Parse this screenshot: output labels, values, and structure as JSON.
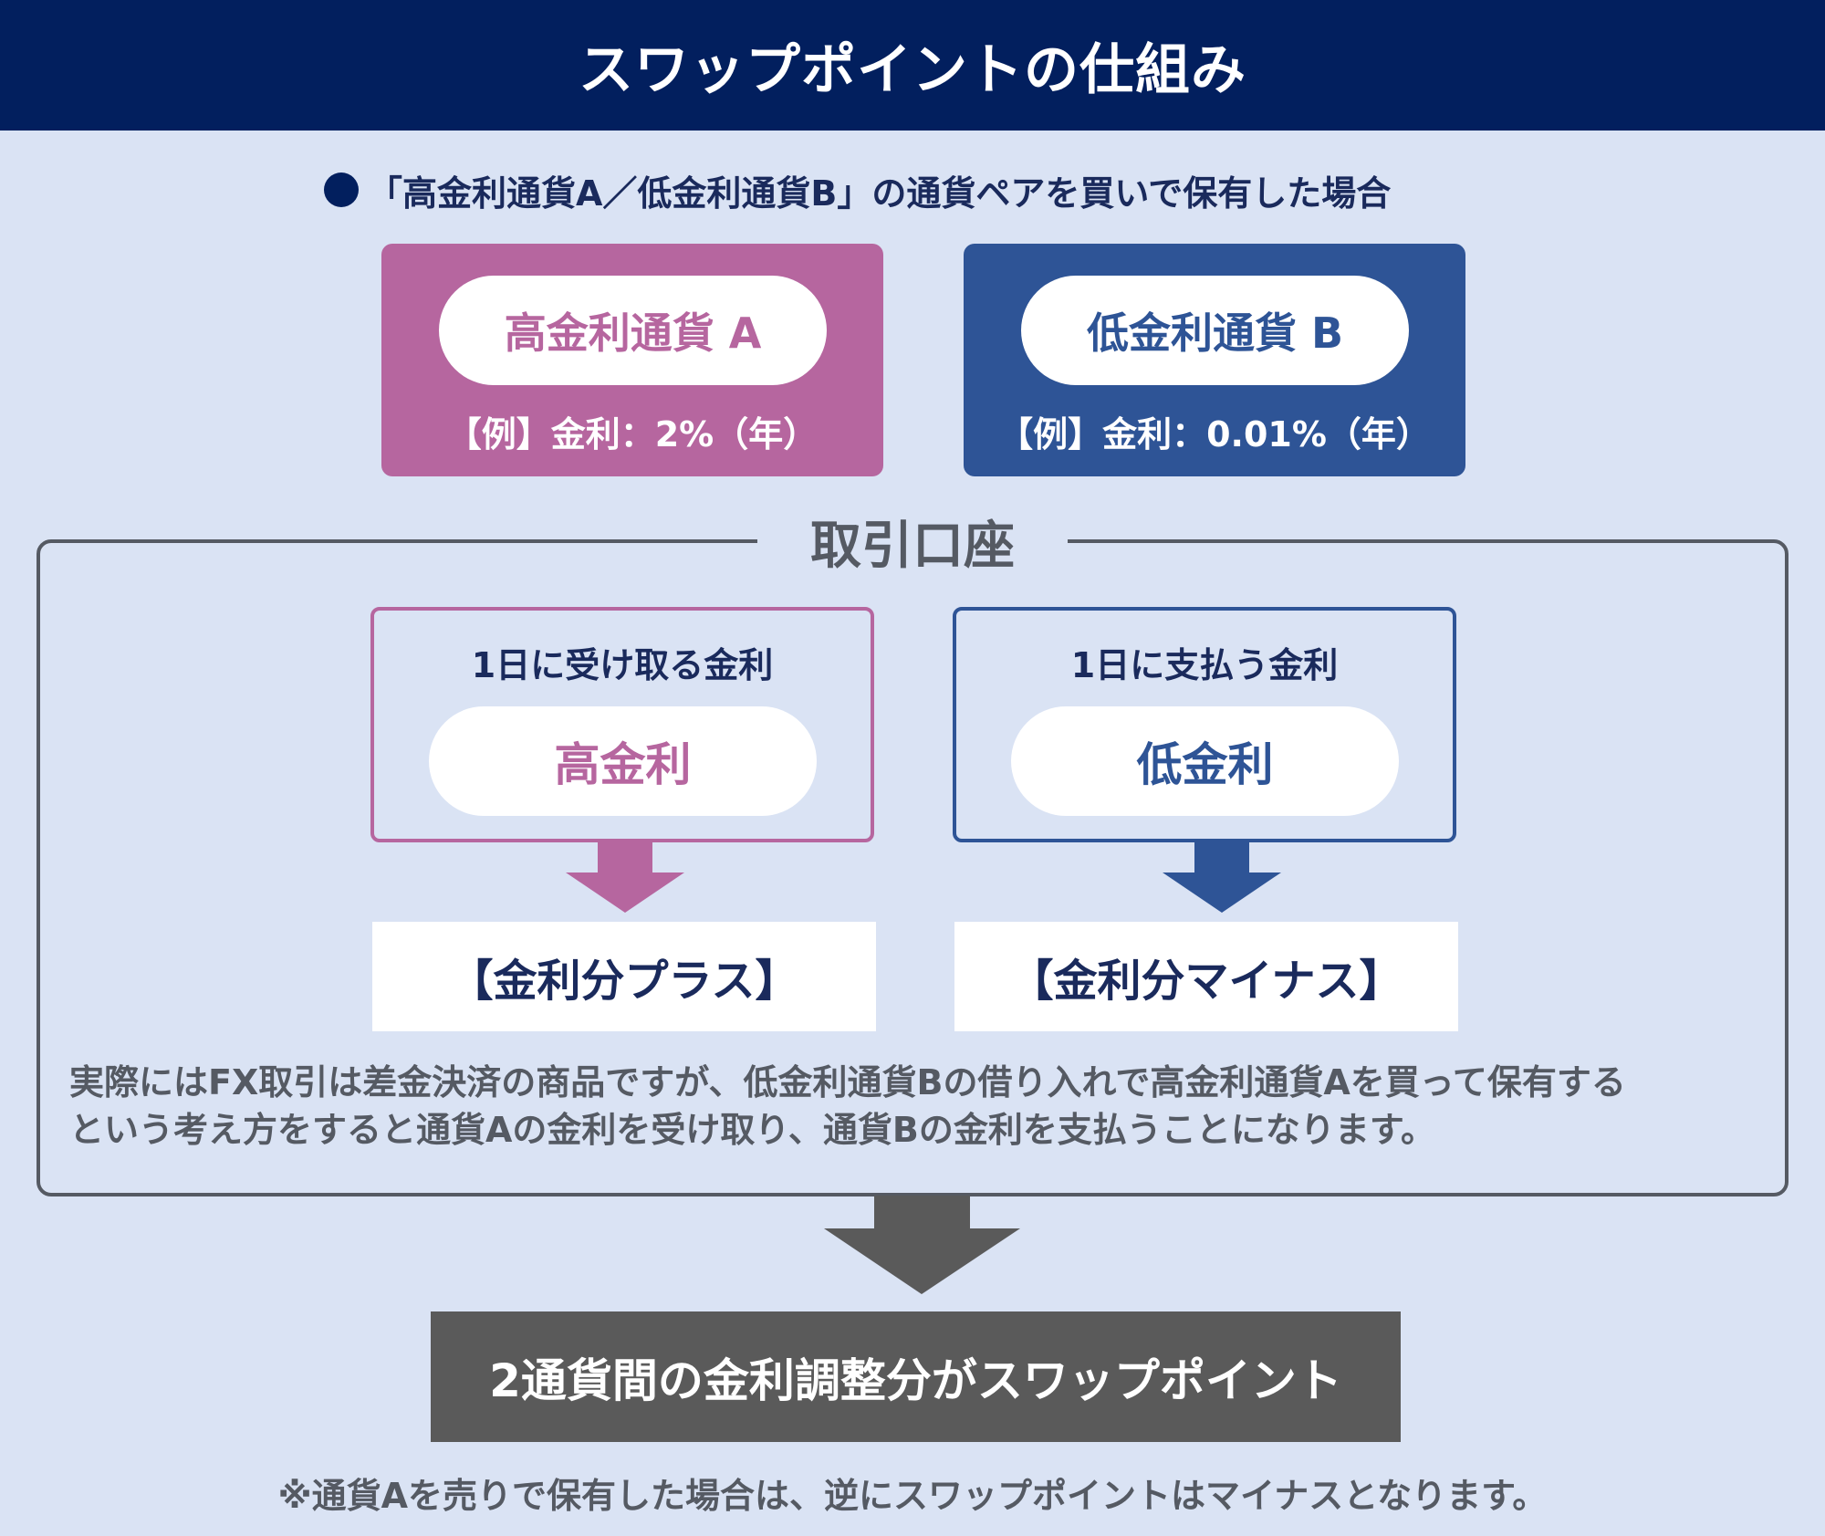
{
  "header": {
    "title": "スワップポイントの仕組み"
  },
  "subtitle": "「高金利通貨A／低金利通貨B」の通貨ペアを買いで保有した場合",
  "currency_a": {
    "name": "高金利通貨 A",
    "rate": "【例】金利：2%（年）"
  },
  "currency_b": {
    "name": "低金利通貨 B",
    "rate": "【例】金利：0.01%（年）"
  },
  "account": {
    "title": "取引口座",
    "receive": {
      "label": "1日に受け取る金利",
      "value": "高金利",
      "result": "【金利分プラス】"
    },
    "pay": {
      "label": "1日に支払う金利",
      "value": "低金利",
      "result": "【金利分マイナス】"
    },
    "note_lines": [
      "実際にはFX取引は差金決済の商品ですが、低金利通貨Bの借り入れで高金利通貨Aを買って保有する",
      "という考え方をすると通貨Aの金利を受け取り、通貨Bの金利を支払うことになります。"
    ]
  },
  "conclusion": "2通貨間の金利調整分がスワップポイント",
  "footnote": "※通貨Aを売りで保有した場合は、逆にスワップポイントはマイナスとなります。",
  "colors": {
    "navy": "#021f5e",
    "pink": "#b6669f",
    "blue": "#2e5496",
    "gray": "#5a5a5a",
    "background": "#dae3f4"
  }
}
